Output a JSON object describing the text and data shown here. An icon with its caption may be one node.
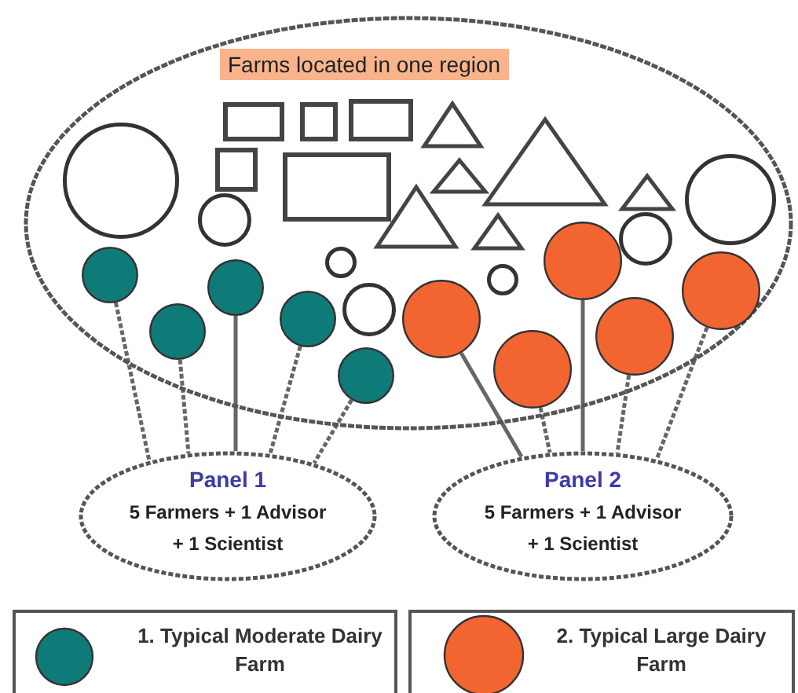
{
  "diagram": {
    "nodes": [
      {
        "text": [
          "Farms located in one region"
        ]
      },
      {
        "text": [],
        "shape": "box",
        "in": 0
      },
      {
        "text": [],
        "shape": "box",
        "in": 0
      },
      {
        "text": [],
        "shape": "box",
        "in": 0
      },
      {
        "text": [],
        "shape": "box",
        "in": 0
      },
      {
        "text": [],
        "shape": "box",
        "in": 0
      },
      {
        "text": [],
        "shape": "triangle",
        "in": 0
      },
      {
        "text": [],
        "shape": "triangle",
        "in": 0
      },
      {
        "text": [],
        "shape": "triangle",
        "in": 0
      },
      {
        "text": [],
        "shape": "triangle",
        "in": 0
      },
      {
        "text": [],
        "shape": "triangle",
        "in": 0
      },
      {
        "text": [],
        "shape": "triangle",
        "in": 0
      },
      {
        "text": [],
        "shape": "circle",
        "in": 0
      },
      {
        "text": [],
        "shape": "circle",
        "in": 0
      },
      {
        "text": [],
        "shape": "circle",
        "in": 0
      },
      {
        "text": [],
        "shape": "circle",
        "in": 0
      },
      {
        "text": [],
        "shape": "circle",
        "in": 0
      },
      {
        "text": [],
        "shape": "circle",
        "in": 0
      },
      {
        "text": [],
        "shape": "circle",
        "in": 0
      },
      {
        "text": [],
        "shape": "circle",
        "in": 0
      },
      {
        "text": [],
        "shape": "circle",
        "in": 0
      },
      {
        "text": [],
        "shape": "circle",
        "in": 0
      },
      {
        "text": [],
        "shape": "circle",
        "in": 0
      },
      {
        "text": [],
        "shape": "circle",
        "in": 0
      },
      {
        "text": [],
        "shape": "circle",
        "in": 0
      },
      {
        "text": [],
        "shape": "circle",
        "in": 0
      },
      {
        "text": [],
        "shape": "circle",
        "in": 0
      },
      {
        "text": [],
        "shape": "circle",
        "in": 0
      },
      {
        "text": [],
        "shape": "circle",
        "in": 0
      },
      {
        "text": [
          "Panel 1",
          "5 Farmers + 1 Advisor + 1 Scientist"
        ]
      },
      {
        "text": [
          "Panel 2",
          "5 Farmers + 1 Advisor + 1 Scientist"
        ]
      }
    ],
    "edges": [
      {
        "from": 19,
        "to": 29,
        "arrow": "none",
        "style": "dashed"
      },
      {
        "from": 20,
        "to": 29,
        "arrow": "none",
        "style": "dashed"
      },
      {
        "from": 21,
        "to": 29,
        "arrow": "none"
      },
      {
        "from": 22,
        "to": 29,
        "arrow": "none",
        "style": "dashed"
      },
      {
        "from": 23,
        "to": 29,
        "arrow": "none",
        "style": "dashed"
      },
      {
        "from": 24,
        "to": 30,
        "arrow": "none"
      },
      {
        "from": 25,
        "to": 30,
        "arrow": "none",
        "style": "dashed"
      },
      {
        "from": 26,
        "to": 30,
        "arrow": "none"
      },
      {
        "from": 27,
        "to": 30,
        "arrow": "none",
        "style": "dashed"
      },
      {
        "from": 28,
        "to": 30,
        "arrow": "none",
        "style": "dashed"
      }
    ],
    "legend": [
      {
        "text": "1. Typical Moderate Dairy Farm",
        "color": "#0f7b78"
      },
      {
        "text": "2. Typical Large Dairy Farm",
        "color": "#f26531"
      }
    ]
  }
}
